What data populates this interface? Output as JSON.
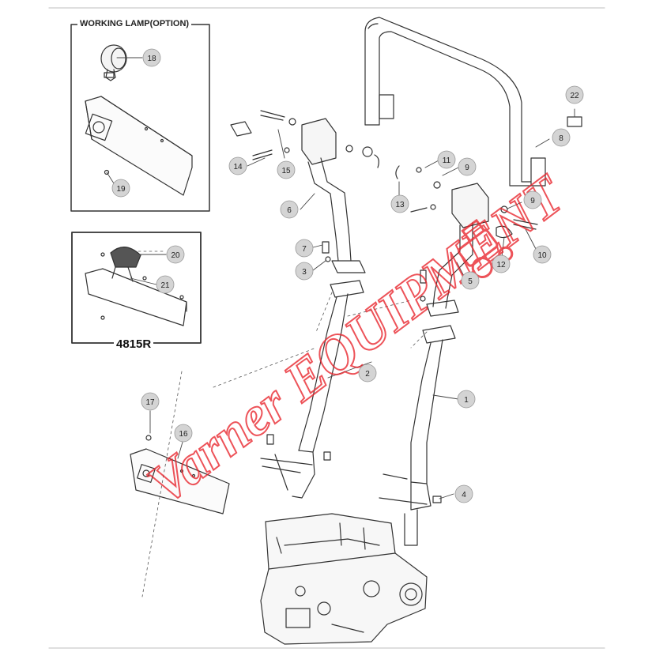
{
  "working_lamp_box": {
    "title": "WORKING LAMP(OPTION)"
  },
  "model_box": {
    "label": "4815R"
  },
  "watermark": {
    "text": "Varner EQUIPMENT",
    "color": "#e8232b"
  },
  "callouts": [
    {
      "number": "1"
    },
    {
      "number": "2"
    },
    {
      "number": "3"
    },
    {
      "number": "4"
    },
    {
      "number": "5"
    },
    {
      "number": "6"
    },
    {
      "number": "7"
    },
    {
      "number": "8"
    },
    {
      "number": "9"
    },
    {
      "number": "9"
    },
    {
      "number": "10"
    },
    {
      "number": "11"
    },
    {
      "number": "12"
    },
    {
      "number": "13"
    },
    {
      "number": "14"
    },
    {
      "number": "15"
    },
    {
      "number": "16"
    },
    {
      "number": "17"
    },
    {
      "number": "18"
    },
    {
      "number": "19"
    },
    {
      "number": "20"
    },
    {
      "number": "21"
    },
    {
      "number": "22"
    }
  ]
}
